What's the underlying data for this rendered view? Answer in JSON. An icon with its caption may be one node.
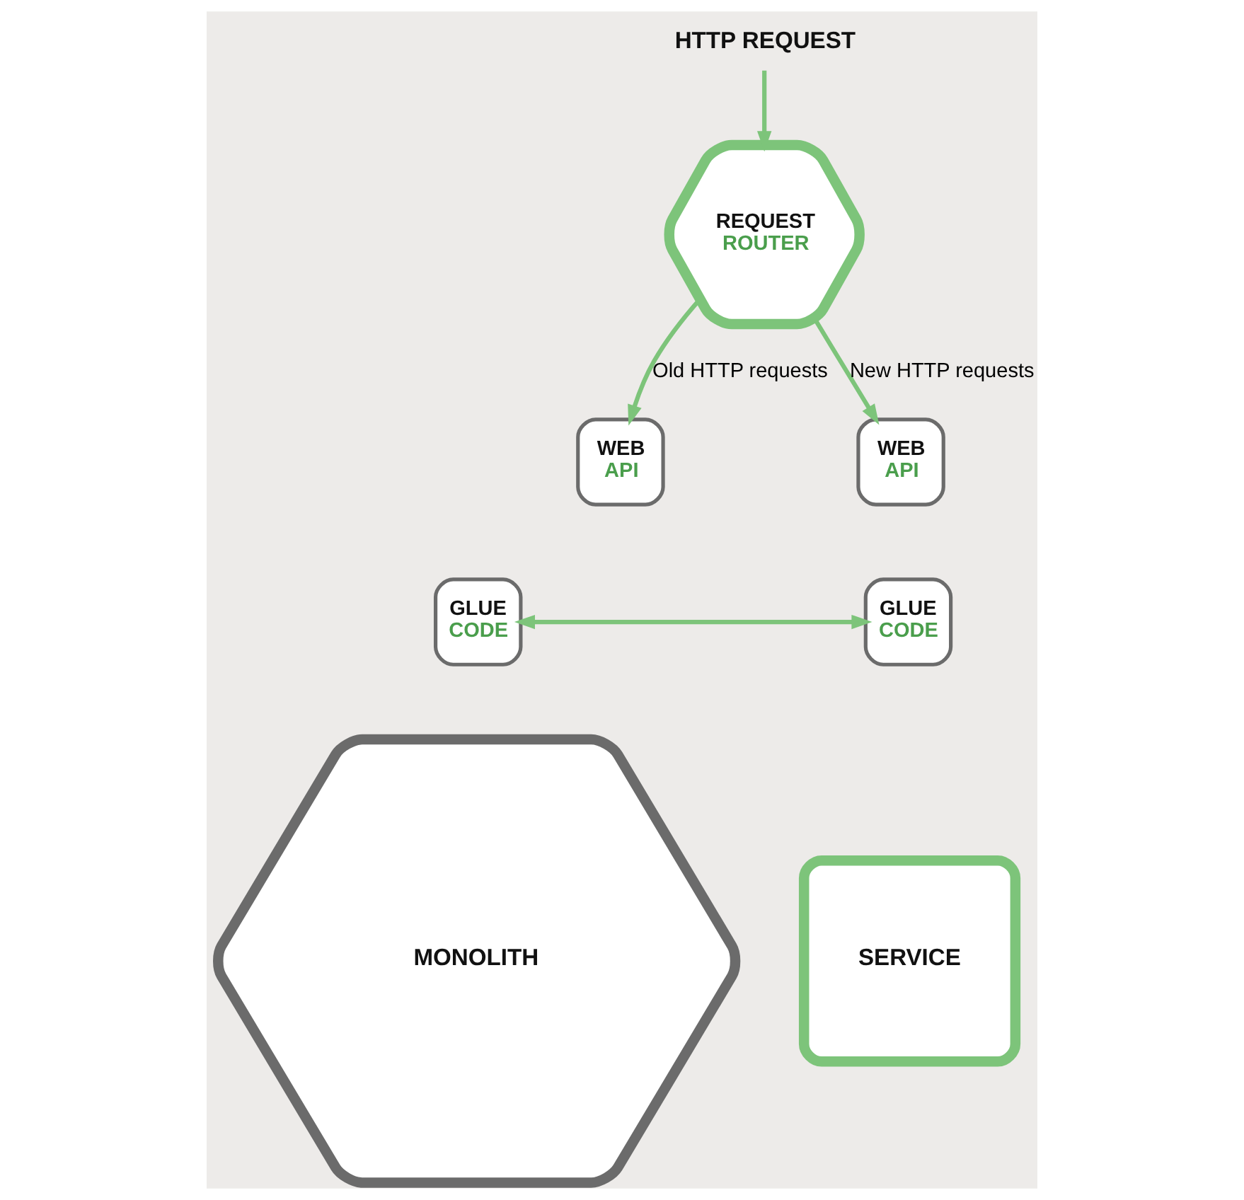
{
  "diagram": {
    "nodes": [
      {
        "text": [
          "HTTP REQUEST"
        ]
      },
      {
        "text": [
          "REQUEST",
          "ROUTER"
        ]
      },
      {
        "text": [
          "WEB",
          "API"
        ]
      },
      {
        "text": [
          "MONOLITH"
        ]
      },
      {
        "text": [
          "GLUE",
          "CODE"
        ]
      },
      {
        "text": [
          "WEB",
          "API"
        ]
      },
      {
        "text": [
          "GLUE",
          "CODE"
        ]
      },
      {
        "text": [
          "SERVICE"
        ]
      }
    ],
    "edges": [
      {
        "from": 0,
        "to": 1,
        "arrow": "to"
      },
      {
        "from": 1,
        "to": 2,
        "arrow": "to",
        "label": "Old HTTP requests"
      },
      {
        "from": 1,
        "to": 5,
        "arrow": "to",
        "label": "New HTTP requests"
      },
      {
        "from": 4,
        "to": 6,
        "arrow": "both"
      }
    ]
  }
}
